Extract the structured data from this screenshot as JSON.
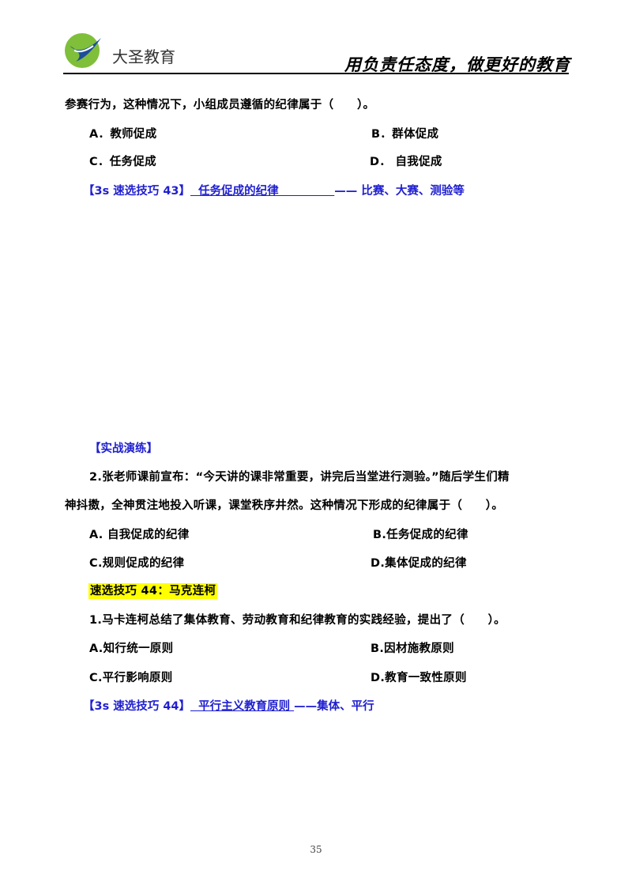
{
  "header": {
    "brand": "大圣教育",
    "slogan": "用负责任态度，做更好的教育"
  },
  "q_prev": {
    "text": "参赛行为，这种情况下，小组成员遵循的纪律属于（　　）。",
    "a": "A．教师促成",
    "b": "B．群体促成",
    "c": "C．任务促成",
    "d": "D．  自我促成"
  },
  "tip43": {
    "prefix": "【3s 速选技巧 43】",
    "answer": "  任务促成的纪律              ",
    "suffix": "—— 比赛、大赛、测验等"
  },
  "practice": {
    "heading": "【实战演练】",
    "q_line1": "2.张老师课前宣布：“今天讲的课非常重要，讲完后当堂进行测验。”随后学生们精",
    "q_line2": "神抖擞，全神贯注地投入听课，课堂秩序井然。这种情况下形成的纪律属于（　　）。",
    "a": "A. 自我促成的纪律",
    "b": "B.任务促成的纪律",
    "c": "C.规则促成的纪律",
    "d": "D.集体促成的纪律"
  },
  "section44": {
    "title": "速选技巧 44：马克连柯",
    "question": "1.马卡连柯总结了集体教育、劳动教育和纪律教育的实践经验，提出了（　　）。",
    "a": "A.知行统一原则",
    "b": "B.因材施教原则",
    "c": "C.平行影响原则",
    "d": "D.教育一致性原则"
  },
  "tip44": {
    "prefix": "【3s 速选技巧 44】",
    "answer": "  平行主义教育原则 ",
    "suffix": "——集体、平行"
  },
  "footer": {
    "page_number": "35"
  }
}
